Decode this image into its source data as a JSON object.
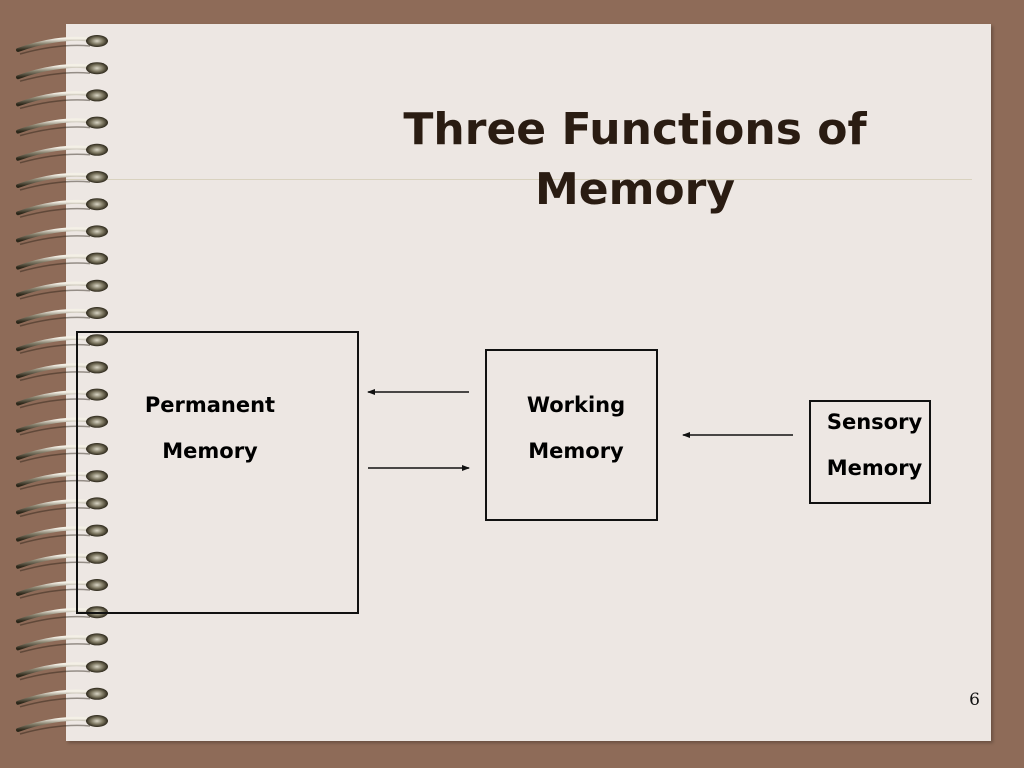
{
  "slide": {
    "title_line1": "Three Functions of",
    "title_line2": "Memory",
    "page_number": "6"
  },
  "diagram": {
    "nodes": [
      {
        "id": "permanent",
        "line1": "Permanent",
        "line2": "Memory"
      },
      {
        "id": "working",
        "line1": "Working",
        "line2": "Memory"
      },
      {
        "id": "sensory",
        "line1": "Sensory",
        "line2": "Memory"
      }
    ],
    "edges": [
      {
        "from": "working",
        "to": "permanent"
      },
      {
        "from": "permanent",
        "to": "working"
      },
      {
        "from": "sensory",
        "to": "working"
      }
    ]
  },
  "colors": {
    "frame": "#8e6b58",
    "page": "#ede7e3",
    "title": "#2a1c12",
    "lines": "#111111"
  }
}
